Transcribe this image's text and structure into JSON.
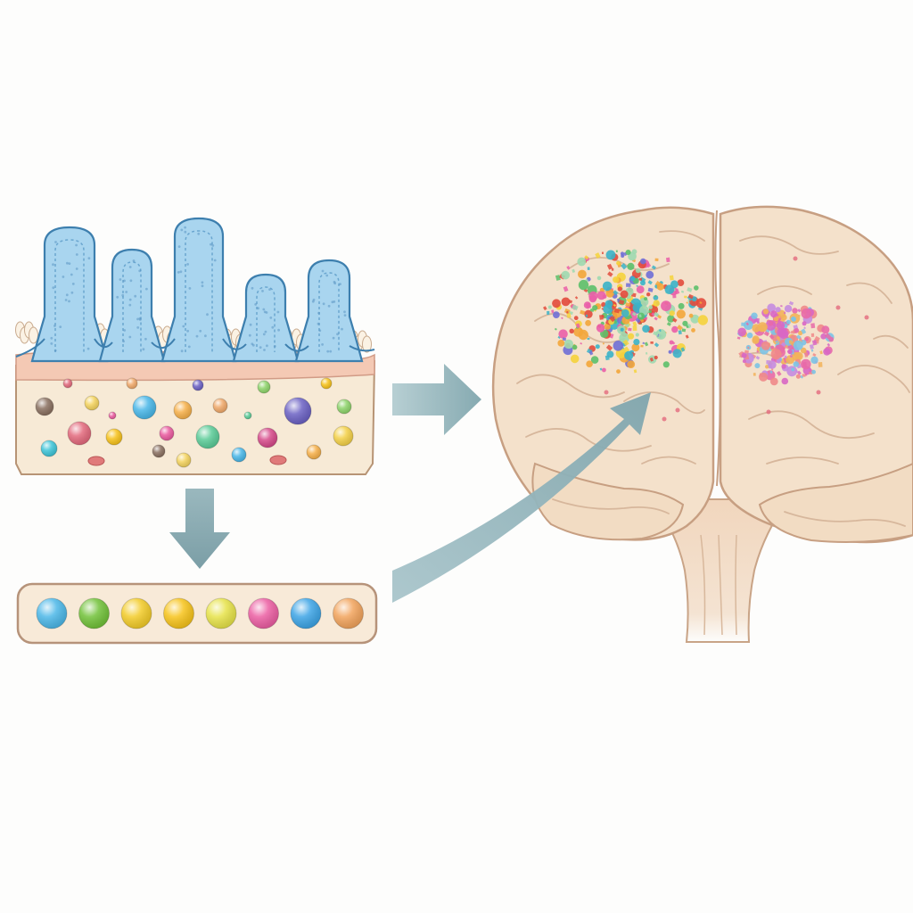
{
  "diagram": {
    "background": "#fdfdfc",
    "nodes": [
      {
        "id": "intestinal-villi",
        "kind": "tissue-cross-section"
      },
      {
        "id": "bloodstream",
        "kind": "vessel-with-molecules"
      },
      {
        "id": "brain",
        "kind": "brain-coronal-front-view"
      }
    ],
    "edges": [
      {
        "from": "intestinal-villi",
        "to": "bloodstream",
        "style": "block-arrow-down"
      },
      {
        "from": "intestinal-villi",
        "to": "brain",
        "style": "block-arrow-right"
      },
      {
        "from": "bloodstream",
        "to": "brain",
        "style": "curved-arrow"
      }
    ],
    "bloodstream_molecules": [
      "#4db8e8",
      "#72c23a",
      "#f3cc2a",
      "#f7c41c",
      "#e7e34a",
      "#ec5fa3",
      "#3ea5e6",
      "#f2a45d"
    ],
    "tissue_molecules": [
      "#8a7060",
      "#f4d35e",
      "#49b7e8",
      "#f6b04a",
      "#f0a96a",
      "#6c62c4",
      "#8ed46b",
      "#e36a7d",
      "#f7c21b",
      "#ea5b9f",
      "#5ccc98",
      "#d64a8a",
      "#f4d148",
      "#3fc5d8"
    ],
    "colors": {
      "villi_fill": "#a9d5ef",
      "villi_outline": "#3d7fae",
      "submucosa": "#f7ead6",
      "arrow": "#8fb1b8",
      "brain_fill": "#f4e0c9",
      "brain_outline": "#c79f82",
      "cluster_left": [
        "#e24b3c",
        "#f3a63a",
        "#f5d33c",
        "#5cc06a",
        "#3bb3c8",
        "#6f6fd6",
        "#ea5fa8",
        "#9ed9b0"
      ],
      "cluster_right": [
        "#e86aa8",
        "#c58ce0",
        "#f08a8a",
        "#7cc3e6",
        "#f2b35a",
        "#d867c4"
      ]
    }
  }
}
